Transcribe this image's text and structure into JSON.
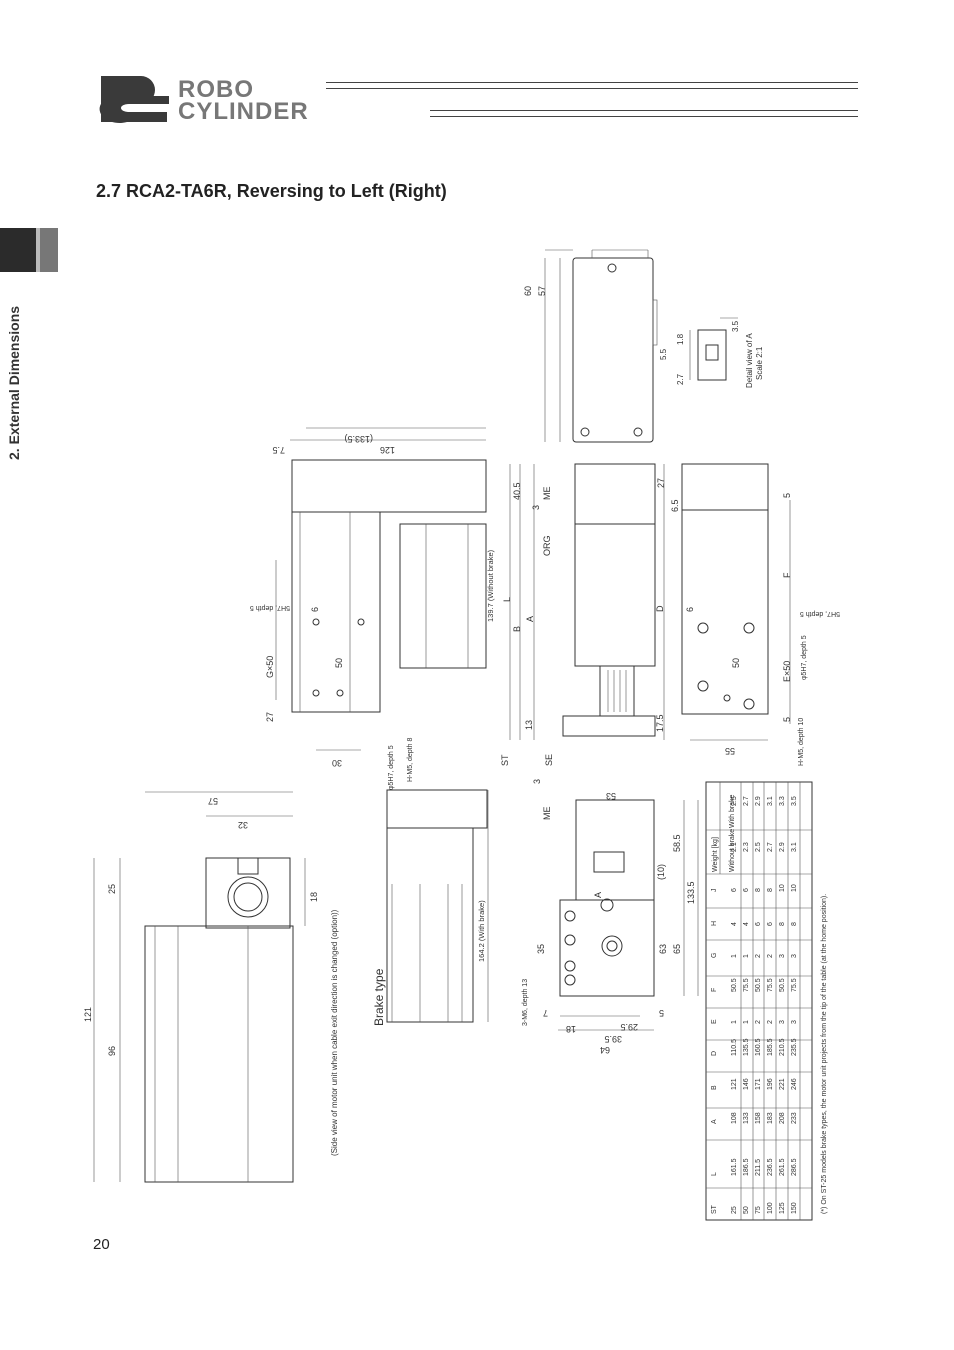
{
  "header": {
    "logo_line1": "ROBO",
    "logo_line2": "CYLINDER"
  },
  "section_title": "2.7    RCA2-TA6R, Reversing to Left (Right)",
  "side_tab_label": "2. External Dimensions",
  "page_number": "20",
  "drawing_labels": {
    "detail_a": "Detail view of A",
    "scale": "Scale 2:1",
    "without_brake": "139.7 (Without brake)",
    "with_brake": "164.2 (With brake)",
    "brake_type": "Brake type",
    "side_view_note": "(Side view of motor unit when cable exit direction is changed (option))",
    "hole_phi5_a": "φ5H7, depth 5",
    "hole_m5": "H-M5, depth 8",
    "hole_m5_b": "H-M5, depth 10",
    "hole_5h7": "5H7, depth 5",
    "m6": "3-M6, depth 13",
    "st": "ST",
    "se": "SE",
    "me": "ME",
    "org": "ORG",
    "gx50": "G×50",
    "ex50": "E×50",
    "d133": "(133.5)",
    "d126": "126",
    "d7_5": "7.5",
    "d60": "60",
    "d57": "57",
    "d40_5": "40.5",
    "d27": "27",
    "d6_5": "6.5",
    "d5": "5",
    "d3": "3",
    "d50": "50",
    "d30": "30",
    "d13": "13",
    "d17_5": "17.5",
    "d55": "55",
    "d6": "6",
    "d1_8": "1.8",
    "d5_5": "5.5",
    "d2_7": "2.7",
    "d3_5": "3.5",
    "d53": "53",
    "d58_5": "58.5",
    "d10": "(10)",
    "d133_5": "133.5",
    "d63": "63",
    "d65": "65",
    "d35": "35",
    "d18": "18",
    "d29_5": "29.5",
    "d39_5": "39.5",
    "d64": "64",
    "d7": "7",
    "d57b": "57",
    "d32": "32",
    "d25": "25",
    "d121": "121",
    "d96": "96",
    "d18b": "18",
    "letters": {
      "A": "A",
      "B": "B",
      "D": "D",
      "F": "F",
      "L": "L"
    }
  },
  "table": {
    "headers": [
      "ST",
      "L",
      "A",
      "B",
      "D",
      "E",
      "F",
      "G",
      "H",
      "J"
    ],
    "weight_header": "Weight [kg]",
    "weight_sub": [
      "Without brake",
      "With brake"
    ],
    "rows": [
      [
        "25",
        "161.5",
        "108",
        "121",
        "110.5",
        "1",
        "50.5",
        "1",
        "4",
        "6",
        "2.1",
        "2.5"
      ],
      [
        "50",
        "186.5",
        "133",
        "146",
        "135.5",
        "1",
        "75.5",
        "1",
        "4",
        "6",
        "2.3",
        "2.7"
      ],
      [
        "75",
        "211.5",
        "158",
        "171",
        "160.5",
        "2",
        "50.5",
        "2",
        "6",
        "8",
        "2.5",
        "2.9"
      ],
      [
        "100",
        "236.5",
        "183",
        "196",
        "185.5",
        "2",
        "75.5",
        "2",
        "6",
        "8",
        "2.7",
        "3.1"
      ],
      [
        "125",
        "261.5",
        "208",
        "221",
        "210.5",
        "3",
        "50.5",
        "3",
        "8",
        "10",
        "2.9",
        "3.3"
      ],
      [
        "150",
        "286.5",
        "233",
        "246",
        "235.5",
        "3",
        "75.5",
        "3",
        "8",
        "10",
        "3.1",
        "3.5"
      ]
    ],
    "note": "(*) On ST-25 models brake types, the motor unit projects from the tip of the table (at the home position)."
  }
}
